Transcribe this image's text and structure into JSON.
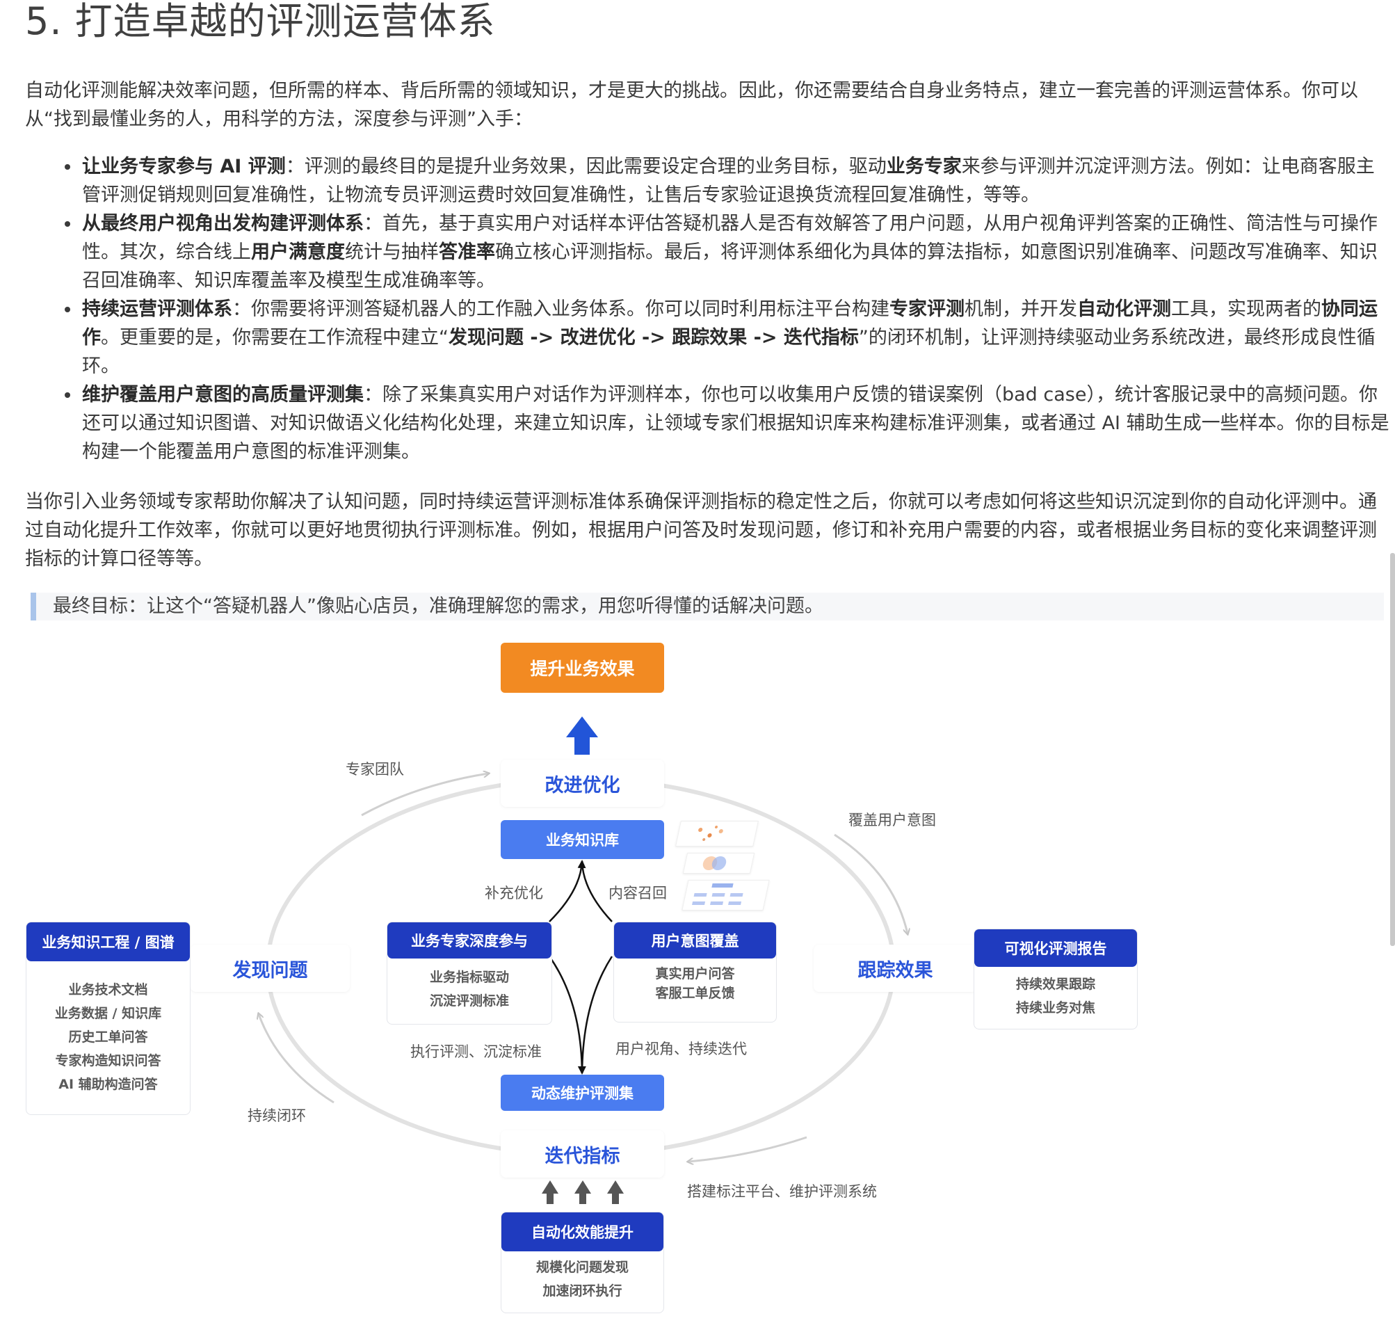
{
  "heading": "5. 打造卓越的评测运营体系",
  "intro": "自动化评测能解决效率问题，但所需的样本、背后所需的领域知识，才是更大的挑战。因此，你还需要结合自身业务特点，建立一套完善的评测运营体系。你可以从“找到最懂业务的人，用科学的方法，深度参与评测”入手：",
  "bullets": [
    {
      "title": "让业务专家参与 AI 评测",
      "text_1": "：评测的最终目的是提升业务效果，因此需要设定合理的业务目标，驱动",
      "bold_1": "业务专家",
      "text_2": "来参与评测并沉淀评测方法。例如：让电商客服主管评测促销规则回复准确性，让物流专员评测运费时效回复准确性，让售后专家验证退换货流程回复准确性，等等。"
    },
    {
      "title": "从最终用户视角出发构建评测体系",
      "text_1": "：首先，基于真实用户对话样本评估答疑机器人是否有效解答了用户问题，从用户视角评判答案的正确性、简洁性与可操作性。其次，综合线上",
      "bold_1": "用户满意度",
      "text_2": "统计与抽样",
      "bold_2": "答准率",
      "text_3": "确立核心评测指标。最后，将评测体系细化为具体的算法指标，如意图识别准确率、问题改写准确率、知识召回准确率、知识库覆盖率及模型生成准确率等。"
    },
    {
      "title": "持续运营评测体系",
      "text_1": "：你需要将评测答疑机器人的工作融入业务体系。你可以同时利用标注平台构建",
      "bold_1": "专家评测",
      "text_2": "机制，并开发",
      "bold_2": "自动化评测",
      "text_3": "工具，实现两者的",
      "bold_3": "协同运作",
      "text_4": "。更重要的是，你需要在工作流程中建立“",
      "bold_4": "发现问题 -> 改进优化 -> 跟踪效果 -> 迭代指标",
      "text_5": "”的闭环机制，让评测持续驱动业务系统改进，最终形成良性循环。"
    },
    {
      "title": "维护覆盖用户意图的高质量评测集",
      "text_1": "：除了采集真实用户对话作为评测样本，你也可以收集用户反馈的错误案例（bad case），统计客服记录中的高频问题。你还可以通过知识图谱、对知识做语义化结构化处理，来建立知识库，让领域专家们根据知识库来构建标准评测集，或者通过 AI 辅助生成一些样本。你的目标是构建一个能覆盖用户意图的标准评测集。"
    }
  ],
  "outro": "当你引入业务领域专家帮助你解决了认知问题，同时持续运营评测标准体系确保评测指标的稳定性之后，你就可以考虑如何将这些知识沉淀到你的自动化评测中。通过自动化提升工作效率，你就可以更好地贯彻执行评测标准。例如，根据用户问答及时发现问题，修订和补充用户需要的内容，或者根据业务目标的变化来调整评测指标的计算口径等等。",
  "quote": "最终目标：让这个“答疑机器人”像贴心店员，准确理解您的需求，用您听得懂的话解决问题。",
  "diagram": {
    "goal": "提升业务效果",
    "improve": "改进优化",
    "discover": "发现问题",
    "track": "跟踪效果",
    "iterate": "迭代指标",
    "knowledge_base": "业务知识库",
    "eval_set": "动态维护评测集",
    "label_expert_team": "专家团队",
    "label_cover_intent": "覆盖用户意图",
    "label_continuous_loop": "持续闭环",
    "label_platform": "搭建标注平台、维护评测系统",
    "label_supplement": "补充优化",
    "label_recall": "内容召回",
    "label_execute": "执行评测、沉淀标准",
    "label_user_view": "用户视角、持续迭代",
    "card_knowledge": {
      "title": "业务知识工程 / 图谱",
      "items": [
        "业务技术文档",
        "业务数据 / 知识库",
        "历史工单问答",
        "专家构造知识问答",
        "AI 辅助构造问答"
      ]
    },
    "card_expert": {
      "title": "业务专家深度参与",
      "items": [
        "业务指标驱动",
        "沉淀评测标准"
      ]
    },
    "card_intent": {
      "title": "用户意图覆盖",
      "items": [
        "真实用户问答",
        "客服工单反馈"
      ]
    },
    "card_report": {
      "title": "可视化评测报告",
      "items": [
        "持续效果跟踪",
        "持续业务对焦"
      ]
    },
    "card_auto": {
      "title": "自动化效能提升",
      "items": [
        "规模化问题发现",
        "加速闭环执行"
      ]
    },
    "colors": {
      "orange": "#f28a22",
      "dark_blue": "#1f3bbf",
      "mid_blue": "#4a7cf0",
      "text_blue": "#2a55d9",
      "arrow_blue": "#2255d8"
    }
  }
}
